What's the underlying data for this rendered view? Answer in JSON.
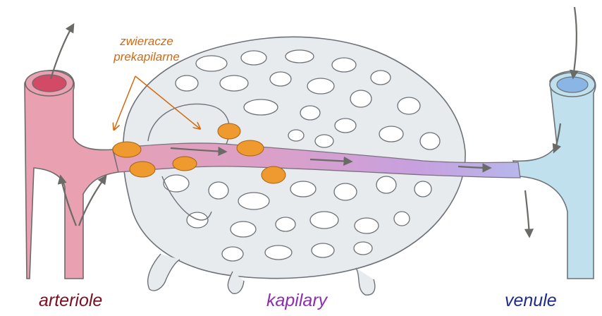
{
  "annotation": {
    "line1": "zwieracze",
    "line2": "prekapilarne",
    "color": "#d06a10"
  },
  "labels": {
    "arteriole": {
      "text": "arteriole",
      "color": "#7a1020"
    },
    "kapilary": {
      "text": "kapilary",
      "color": "#8b2fb0"
    },
    "venule": {
      "text": "venule",
      "color": "#1e2a8c"
    }
  },
  "colors": {
    "arteriole_fill": "#e9a0b0",
    "venule_fill": "#bfe0ec",
    "capillary_bed": "#e8ebee",
    "sphincter": "#ee9a2e",
    "arrow": "#6a6a66"
  }
}
